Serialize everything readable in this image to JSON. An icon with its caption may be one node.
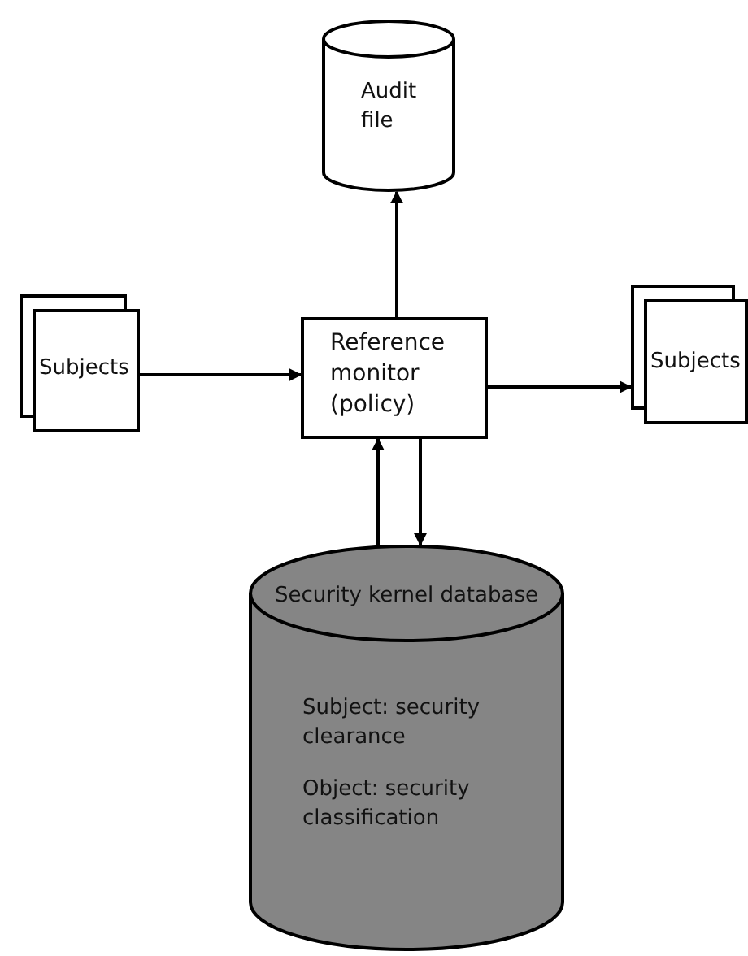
{
  "diagram": {
    "nodes": [
      {
        "text": [
          "Audit file"
        ]
      },
      {
        "text": [
          "Subjects"
        ]
      },
      {
        "text": [
          "Reference monitor (policy)"
        ]
      },
      {
        "text": [
          "Subjects"
        ]
      },
      {
        "text": [
          "Security kernel database",
          "Subject: security clearance",
          "Object: security classification"
        ]
      }
    ],
    "edges": [
      {
        "from": 2,
        "to": 0,
        "arrow": "to"
      },
      {
        "from": 1,
        "to": 2,
        "arrow": "to"
      },
      {
        "from": 2,
        "to": 3,
        "arrow": "to"
      },
      {
        "from": 4,
        "to": 2,
        "arrow": "to"
      },
      {
        "from": 2,
        "to": 4,
        "arrow": "to"
      }
    ]
  }
}
